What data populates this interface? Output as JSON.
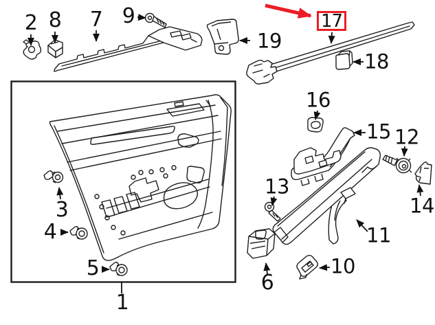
{
  "diagram_title": "",
  "colors": {
    "highlight": "#ec1d24",
    "line": "#1d1d1d",
    "background": "#ffffff"
  },
  "callouts": {
    "c1": {
      "label": "1"
    },
    "c2": {
      "label": "2"
    },
    "c3": {
      "label": "3"
    },
    "c4": {
      "label": "4"
    },
    "c5": {
      "label": "5"
    },
    "c6": {
      "label": "6"
    },
    "c7": {
      "label": "7"
    },
    "c8": {
      "label": "8"
    },
    "c9": {
      "label": "9"
    },
    "c10": {
      "label": "10"
    },
    "c11": {
      "label": "11"
    },
    "c12": {
      "label": "12"
    },
    "c13": {
      "label": "13"
    },
    "c14": {
      "label": "14"
    },
    "c15": {
      "label": "15"
    },
    "c16": {
      "label": "16"
    },
    "c17": {
      "label": "17"
    },
    "c18": {
      "label": "18"
    },
    "c19": {
      "label": "19"
    }
  },
  "highlight": {
    "highlighted_callout": "17"
  }
}
